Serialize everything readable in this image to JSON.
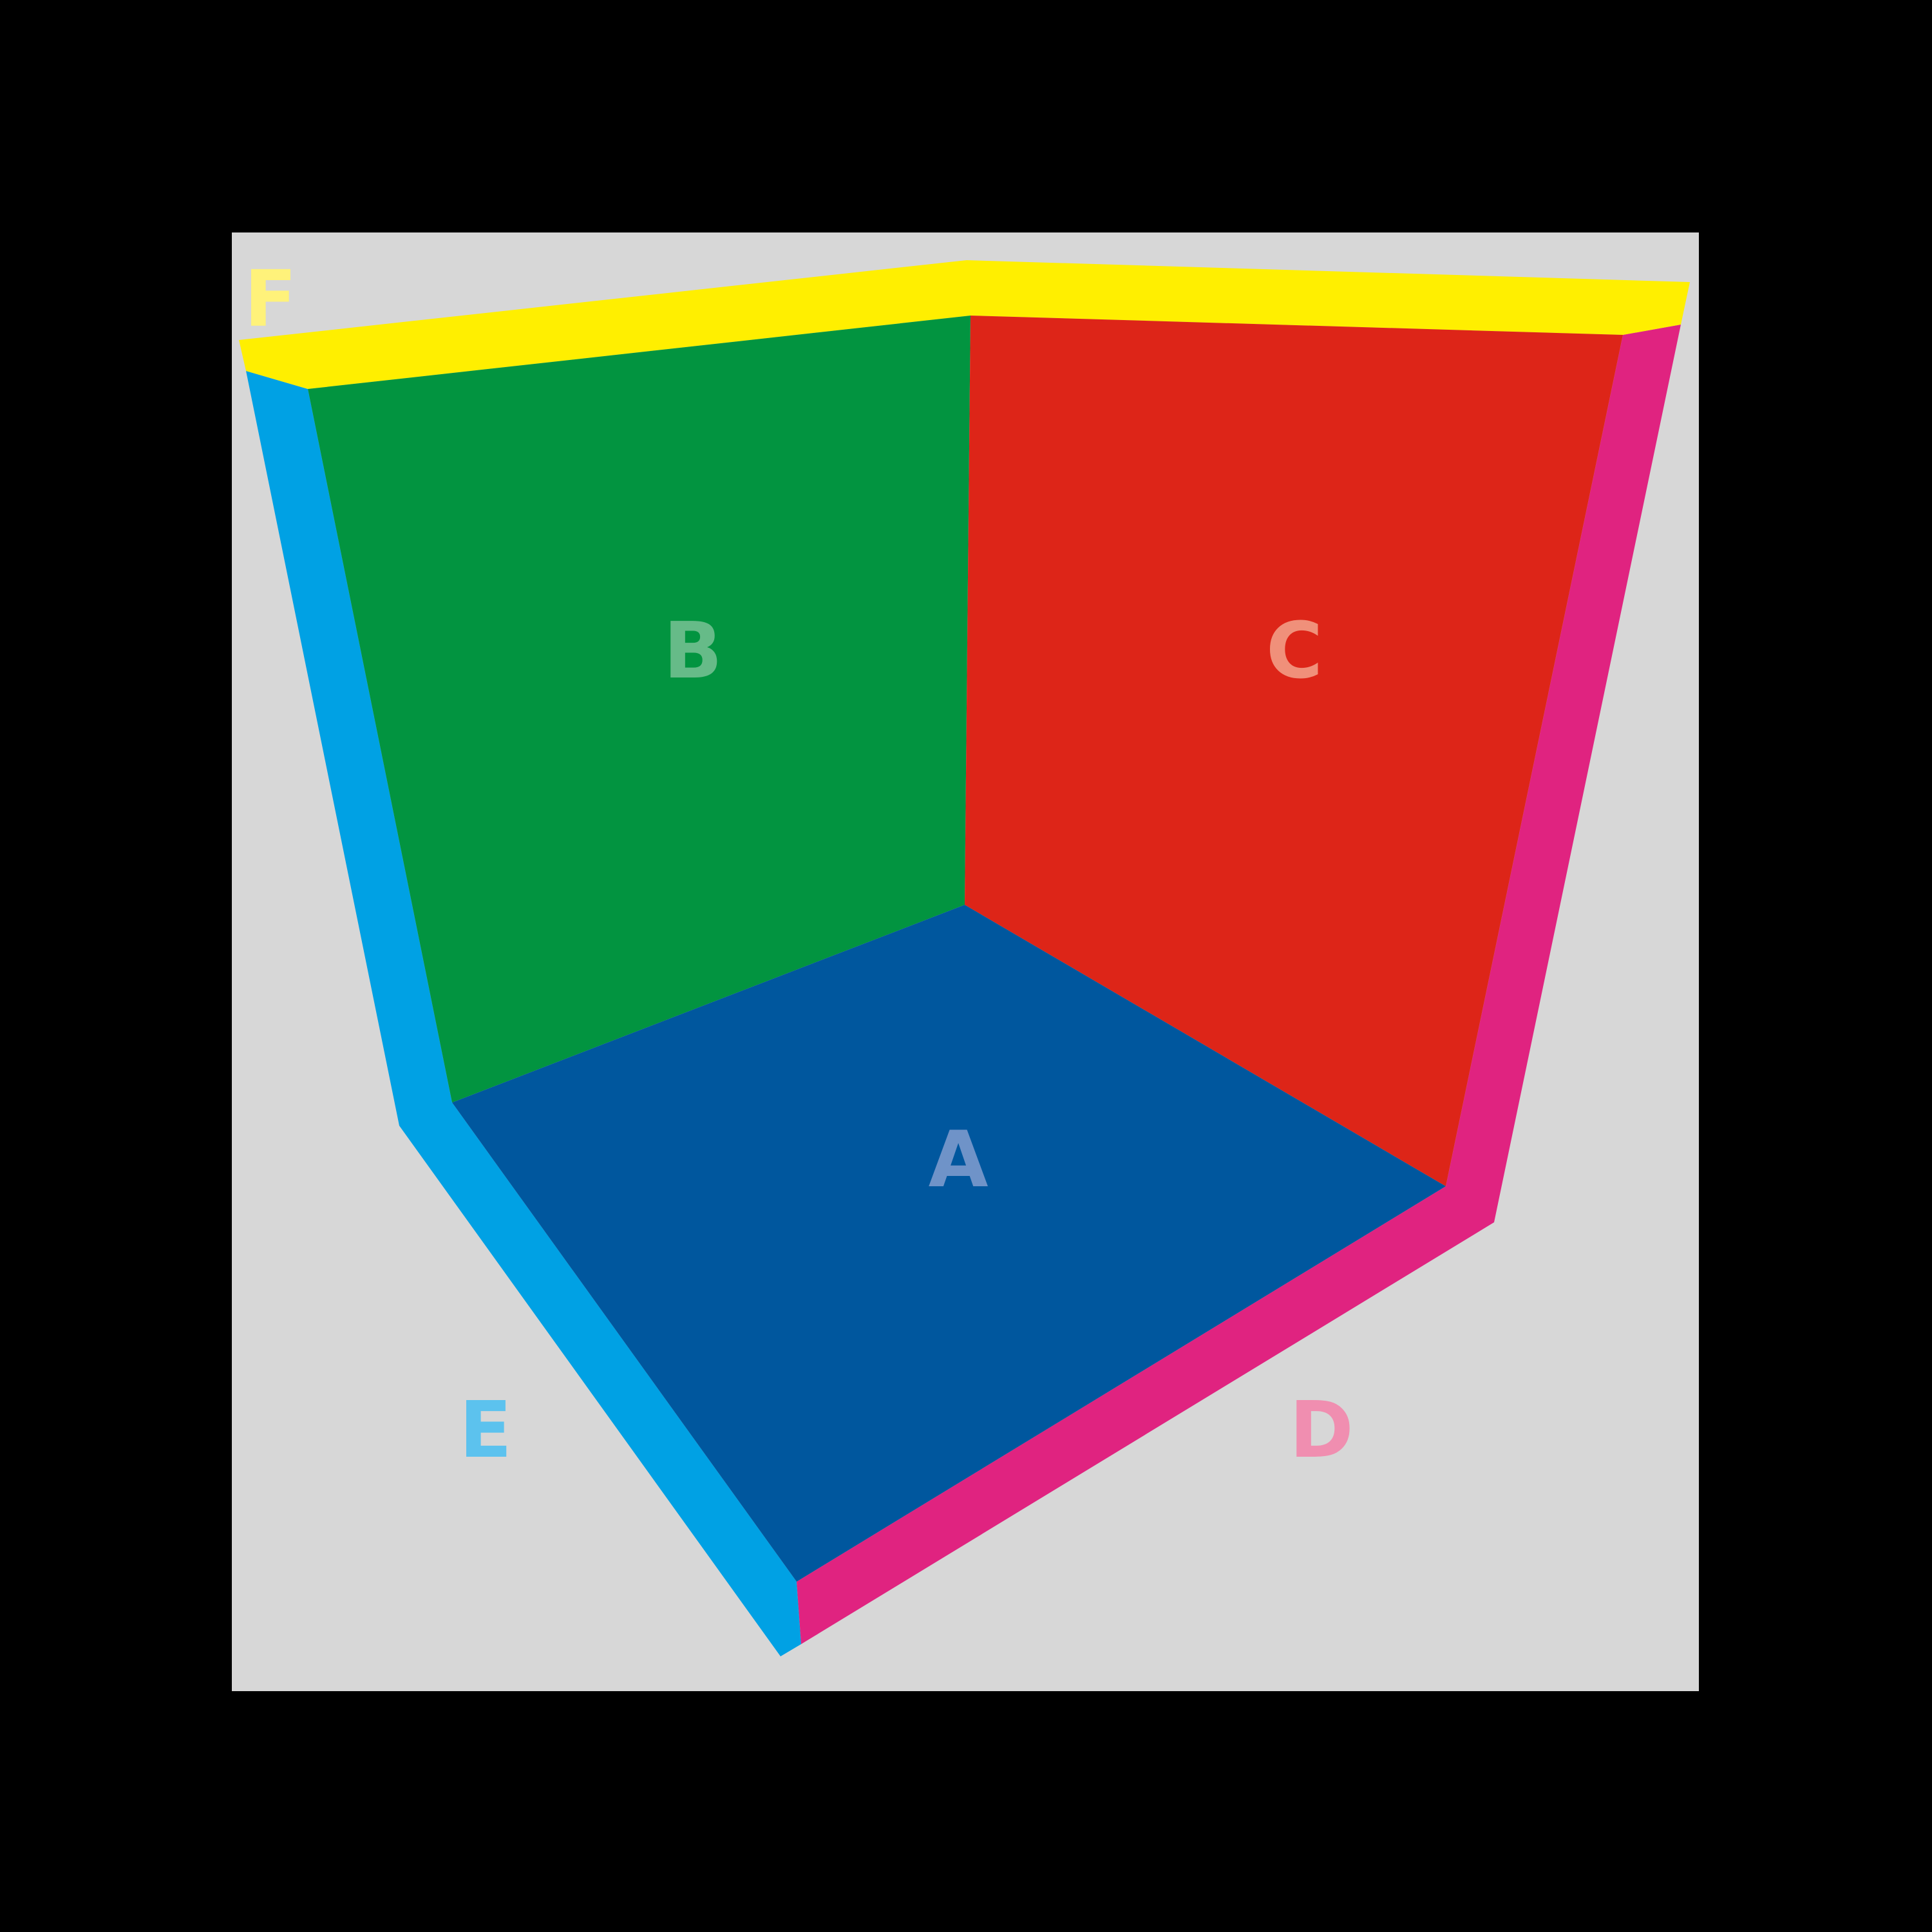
{
  "canvas": {
    "background": "#000000",
    "panel_color": "#d7d7d7"
  },
  "faces": {
    "floor": {
      "label": "A",
      "color": "#00579e",
      "label_color": "#6f93c8"
    },
    "left_wall": {
      "label": "B",
      "color": "#029440",
      "label_color": "#66bb88"
    },
    "right_wall": {
      "label": "C",
      "color": "#dd2518",
      "label_color": "#f0907a"
    }
  },
  "edges": {
    "right_edge": {
      "label": "D",
      "color": "#e02380",
      "label_color": "#f08eb0"
    },
    "left_edge": {
      "label": "E",
      "color": "#00a1e4",
      "label_color": "#5cc2ee"
    },
    "top_edge": {
      "label": "F",
      "color": "#ffef00",
      "label_color": "#fff27a"
    }
  }
}
